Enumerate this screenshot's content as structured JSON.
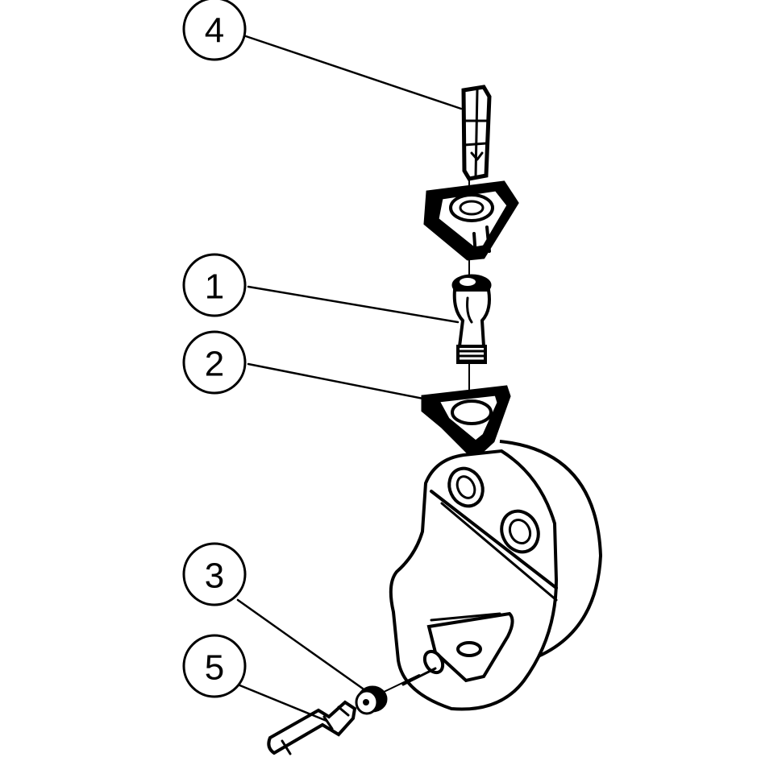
{
  "diagram": {
    "callouts": [
      {
        "id": "4",
        "label": "4",
        "points_to": "threading-insert-screw"
      },
      {
        "id": "1",
        "label": "1",
        "points_to": "shim-screw"
      },
      {
        "id": "2",
        "label": "2",
        "points_to": "shim"
      },
      {
        "id": "3",
        "label": "3",
        "points_to": "coolant-plug"
      },
      {
        "id": "5",
        "label": "5",
        "points_to": "torx-key"
      }
    ],
    "colors": {
      "ink": "#000000",
      "background": "#ffffff"
    }
  }
}
